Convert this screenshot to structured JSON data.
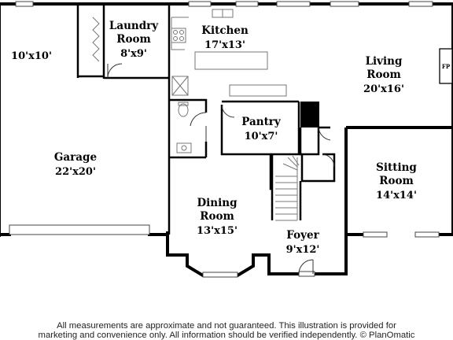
{
  "rooms": {
    "unlabeled_room": {
      "dims": "10'x10'"
    },
    "garage": {
      "name": "Garage",
      "dims": "22'x20'"
    },
    "laundry": {
      "name_line1": "Laundry",
      "name_line2": "Room",
      "dims": "8'x9'"
    },
    "kitchen": {
      "name": "Kitchen",
      "dims": "17'x13'"
    },
    "living": {
      "name_line1": "Living",
      "name_line2": "Room",
      "dims": "20'x16'"
    },
    "pantry": {
      "name": "Pantry",
      "dims": "10'x7'"
    },
    "sitting": {
      "name_line1": "Sitting",
      "name_line2": "Room",
      "dims": "14'x14'"
    },
    "dining": {
      "name_line1": "Dining",
      "name_line2": "Room",
      "dims": "13'x15'"
    },
    "foyer": {
      "name": "Foyer",
      "dims": "9'x12'"
    }
  },
  "fireplace_label": "FP",
  "footer": {
    "line1": "All measurements are approximate and not guaranteed. This illustration is provided for",
    "line2": "marketing and convenience only. All information should be verified independently. © PlanOmatic"
  },
  "colors": {
    "wall": "#000000",
    "fixture": "#777777",
    "background": "#ffffff"
  }
}
